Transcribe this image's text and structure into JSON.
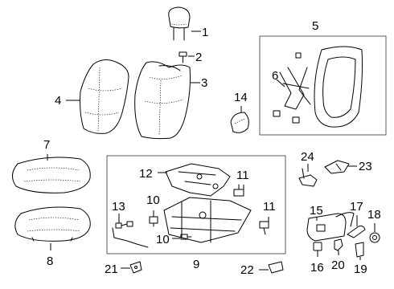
{
  "callouts": [
    "1",
    "2",
    "3",
    "4",
    "5",
    "6",
    "7",
    "8",
    "9",
    "10",
    "10",
    "11",
    "11",
    "12",
    "13",
    "14",
    "15",
    "16",
    "17",
    "18",
    "19",
    "20",
    "21",
    "22",
    "23",
    "24"
  ]
}
